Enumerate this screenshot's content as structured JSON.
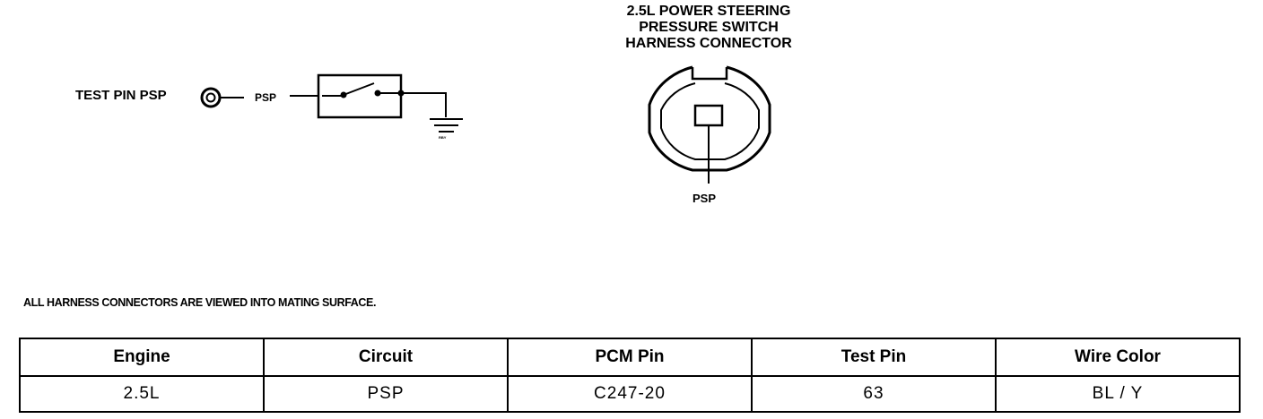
{
  "connector": {
    "title_lines": [
      "2.5L POWER STEERING",
      "PRESSURE SWITCH",
      "HARNESS CONNECTOR"
    ],
    "pin_label": "PSP"
  },
  "schematic": {
    "test_pin_label": "TEST PIN PSP",
    "circuit_label": "PSP",
    "ground_label": "RBY"
  },
  "note": "ALL HARNESS CONNECTORS ARE VIEWED INTO MATING SURFACE.",
  "table": {
    "headers": [
      "Engine",
      "Circuit",
      "PCM Pin",
      "Test Pin",
      "Wire Color"
    ],
    "rows": [
      [
        "2.5L",
        "PSP",
        "C247-20",
        "63",
        "BL / Y"
      ]
    ]
  }
}
